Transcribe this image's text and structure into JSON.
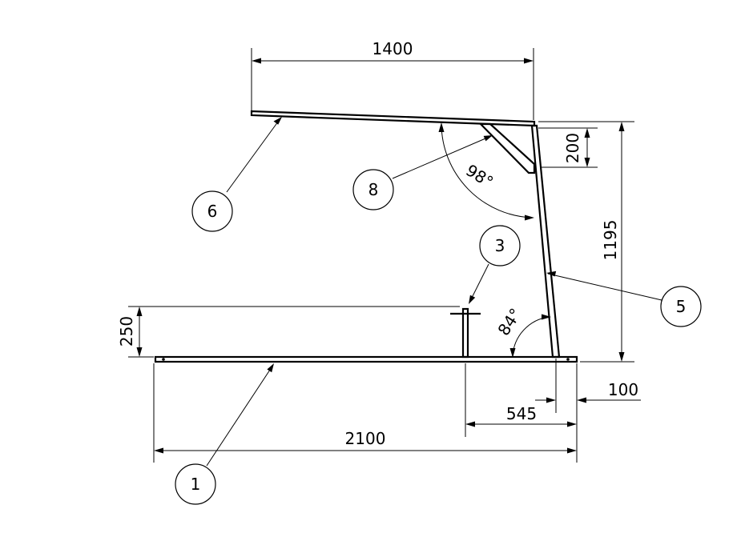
{
  "dimensions": {
    "top_width": "1400",
    "brace_height": "200",
    "total_height": "1195",
    "post_height": "250",
    "base_length": "2100",
    "overhang": "545",
    "offset": "100"
  },
  "angles": {
    "top_angle": "98°",
    "bottom_angle": "84°"
  },
  "balloons": {
    "base": "1",
    "post": "3",
    "column": "5",
    "roof": "6",
    "brace": "8"
  }
}
